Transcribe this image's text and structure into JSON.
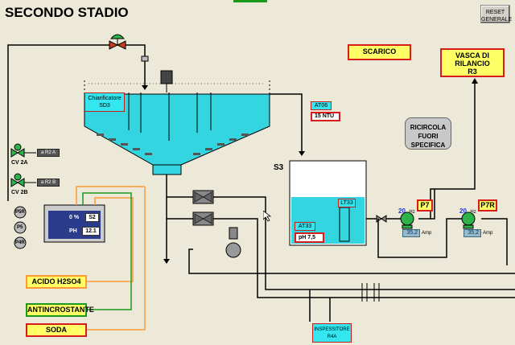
{
  "title": "SECONDO STADIO",
  "reset_button": {
    "line1": "RESET",
    "line2": "GENERALE"
  },
  "scarico": "SCARICO",
  "vasca": {
    "line1": "VASCA DI",
    "line2": "RILANCIO",
    "line3": "R3"
  },
  "ricircola": {
    "line1": "RICIRCOLA",
    "line2": "FUORI",
    "line3": "SPECIFICA"
  },
  "chiarificatore": {
    "name": "Chiarificatore",
    "tag": "SD3"
  },
  "turbidity": {
    "tag": "AT06",
    "value": "15 NTU"
  },
  "s3_label": "S3",
  "tank_level_tag": "LT33",
  "ph_analyzer": {
    "tag": "AT33",
    "value": "pH 7,5"
  },
  "pumps": [
    {
      "tag": "P7",
      "speed": "20",
      "speed_unit": "Hz",
      "current": "35,2",
      "current_unit": "Amp"
    },
    {
      "tag": "P7R",
      "speed": "20",
      "speed_unit": "Hz",
      "current": "35,2",
      "current_unit": "Amp"
    }
  ],
  "valves_left": [
    {
      "tag": "CV 2A",
      "dest": "a R2 A"
    },
    {
      "tag": "CV 2B",
      "dest": "a R2 B"
    }
  ],
  "dosing_pumps": [
    "P5R",
    "P5",
    "P4R"
  ],
  "dosing_unit": {
    "percent_value": "0",
    "percent_unit": "%",
    "s_tag": "S2",
    "ph_label": "PH",
    "ph_value": "12.1"
  },
  "chemicals": {
    "acid": "ACIDO H2SO4",
    "antiscale": "ANTINCROSTANTE",
    "soda": "SODA"
  },
  "thickener": {
    "line1": "INSPESSITORE",
    "line2": "R4A"
  },
  "colors": {
    "cyan": "#33e6f0",
    "pump_green": "#2db34a",
    "alarm_red": "#d81c1c",
    "yellow": "#ffff66"
  }
}
